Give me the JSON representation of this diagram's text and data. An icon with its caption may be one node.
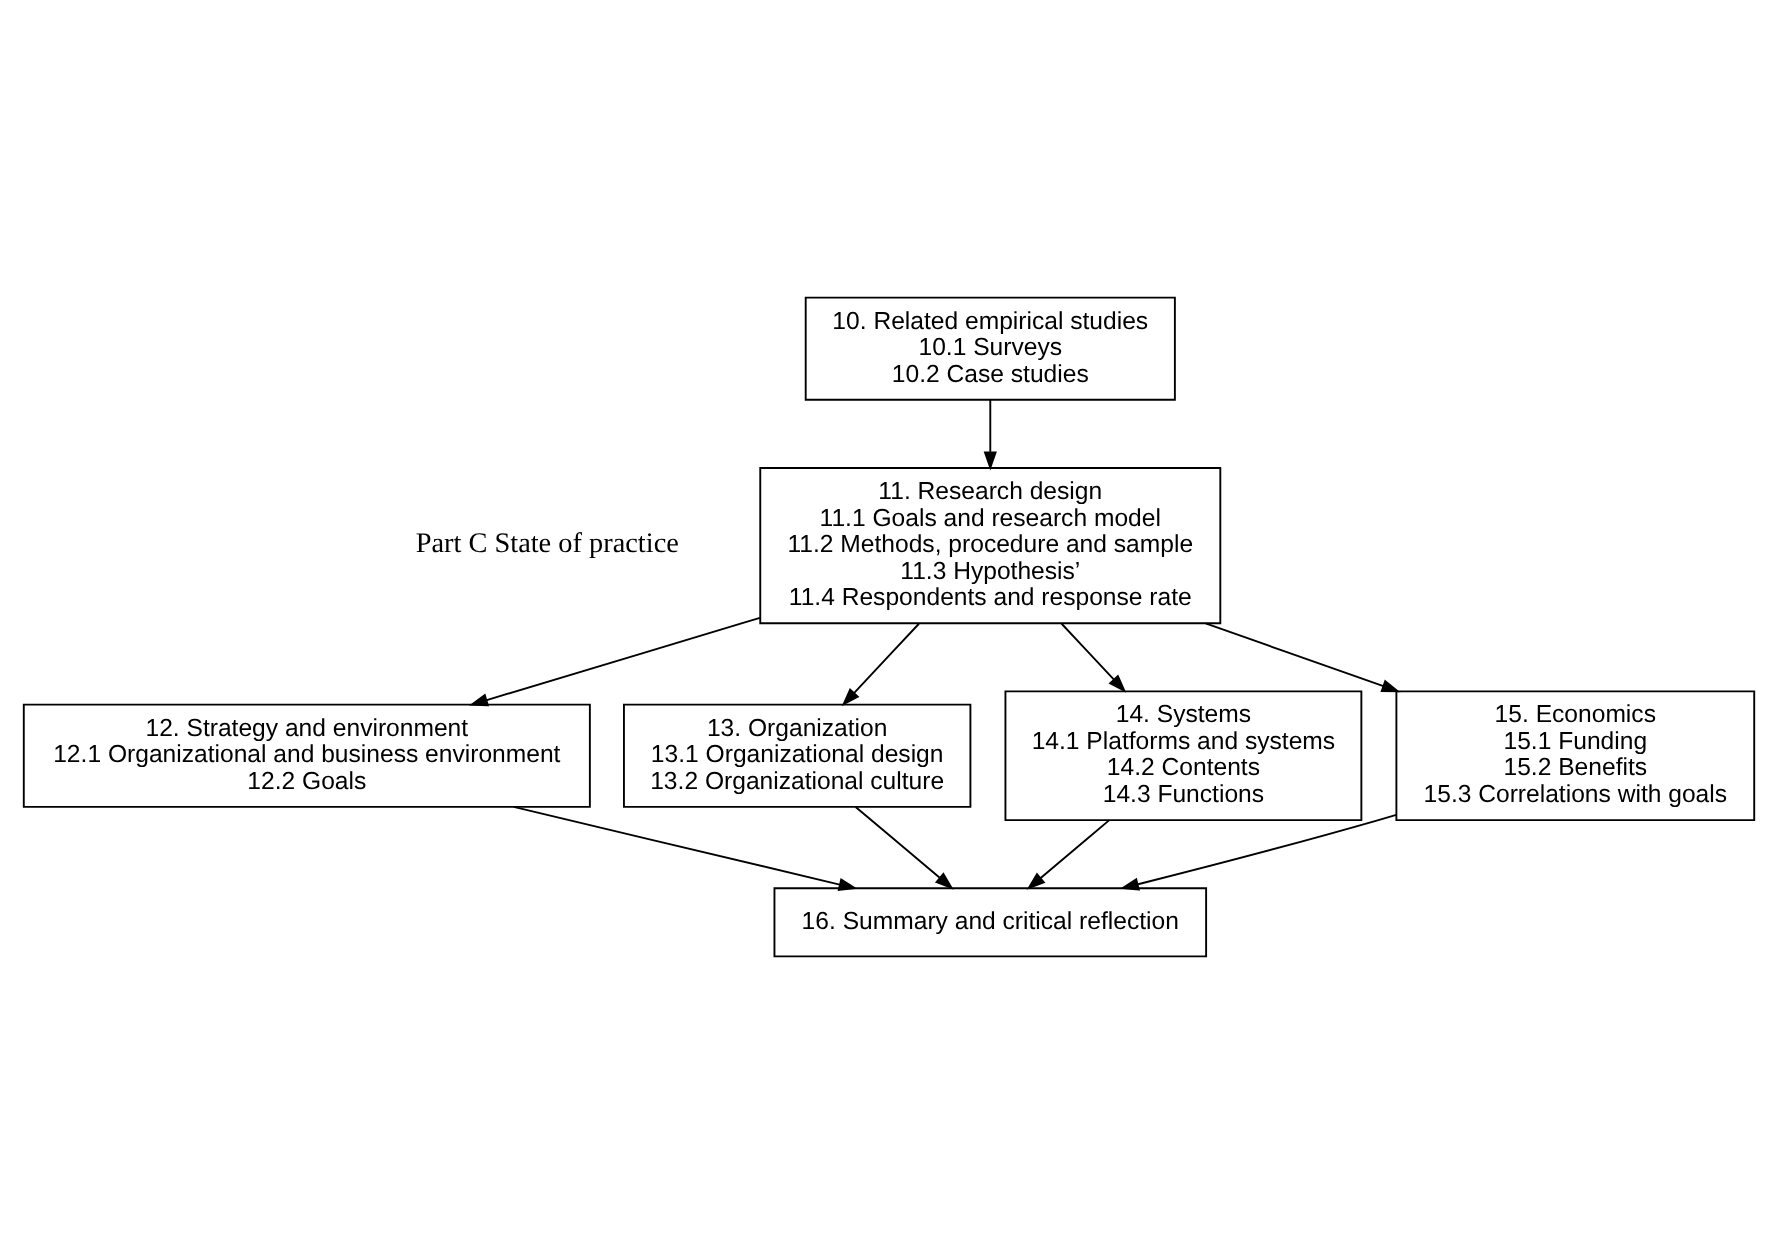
{
  "diagram": {
    "nodes": [
      {
        "text": [
          "10. Related empirical studies",
          "10.1 Surveys",
          "10.2 Case studies"
        ]
      },
      {
        "text": [
          "11. Research design",
          "11.1 Goals and research model",
          "11.2 Methods, procedure and sample",
          "11.3 Hypothesis’",
          "11.4 Respondents and response rate"
        ]
      },
      {
        "text": [
          "12. Strategy and environment",
          "12.1 Organizational and business environment",
          "12.2 Goals"
        ]
      },
      {
        "text": [
          "13. Organization",
          "13.1 Organizational design",
          "13.2 Organizational culture"
        ]
      },
      {
        "text": [
          "14. Systems",
          "14.1 Platforms and systems",
          "14.2 Contents",
          "14.3 Functions"
        ]
      },
      {
        "text": [
          "15. Economics",
          "15.1 Funding",
          "15.2 Benefits",
          "15.3 Correlations with goals"
        ]
      },
      {
        "text": [
          "16. Summary and critical reflection"
        ]
      }
    ],
    "edges": [
      {
        "from": 0,
        "to": 1,
        "arrow": "to"
      },
      {
        "from": 1,
        "to": 2,
        "arrow": "to"
      },
      {
        "from": 1,
        "to": 3,
        "arrow": "to"
      },
      {
        "from": 1,
        "to": 4,
        "arrow": "to"
      },
      {
        "from": 1,
        "to": 5,
        "arrow": "to"
      },
      {
        "from": 2,
        "to": 6,
        "arrow": "to"
      },
      {
        "from": 3,
        "to": 6,
        "arrow": "to"
      },
      {
        "from": 4,
        "to": 6,
        "arrow": "to"
      },
      {
        "from": 5,
        "to": 6,
        "arrow": "to"
      }
    ],
    "labels": [
      "Part C State of practice"
    ]
  }
}
